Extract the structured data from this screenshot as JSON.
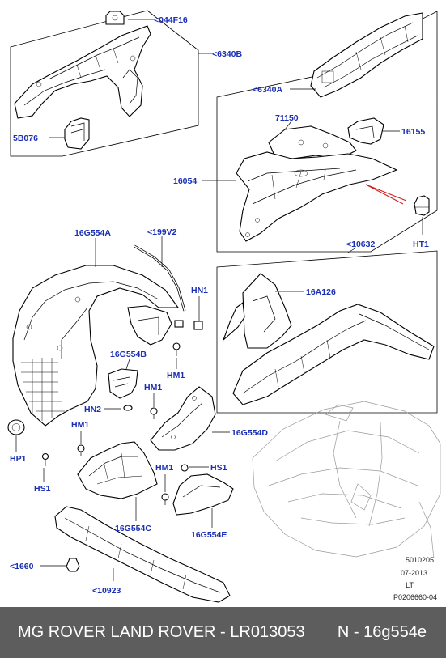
{
  "callouts": {
    "c044F16": "<044F16",
    "c6340B": "<6340B",
    "c5B076": "5B076",
    "c6340A": "<6340A",
    "c71150": "71150",
    "c16155": "16155",
    "c16054": "16054",
    "cHT1": "HT1",
    "c16G554A": "16G554A",
    "c199V2": "<199V2",
    "c10632": "<10632",
    "c16A126": "16A126",
    "cHN1": "HN1",
    "c16G554B": "16G554B",
    "cHM1a": "HM1",
    "cHM1b": "HM1",
    "cHN2": "HN2",
    "cHM1c": "HM1",
    "c16G554D": "16G554D",
    "cHP1": "HP1",
    "cHS1a": "HS1",
    "cHM1d": "HM1",
    "cHS1b": "HS1",
    "c16G554C": "16G554C",
    "c16G554E": "16G554E",
    "c1660": "<1660",
    "c10923": "<10923"
  },
  "reference": {
    "line1": "5010205",
    "line2": "07-2013",
    "line3": "LT",
    "line4": "P0206660-04"
  },
  "footer": {
    "left": "MG ROVER LAND ROVER - LR013053",
    "right": "N - 16g554e"
  },
  "colors": {
    "callout_text": "#1a2fb4",
    "footer_bg": "#5d5d5d"
  }
}
